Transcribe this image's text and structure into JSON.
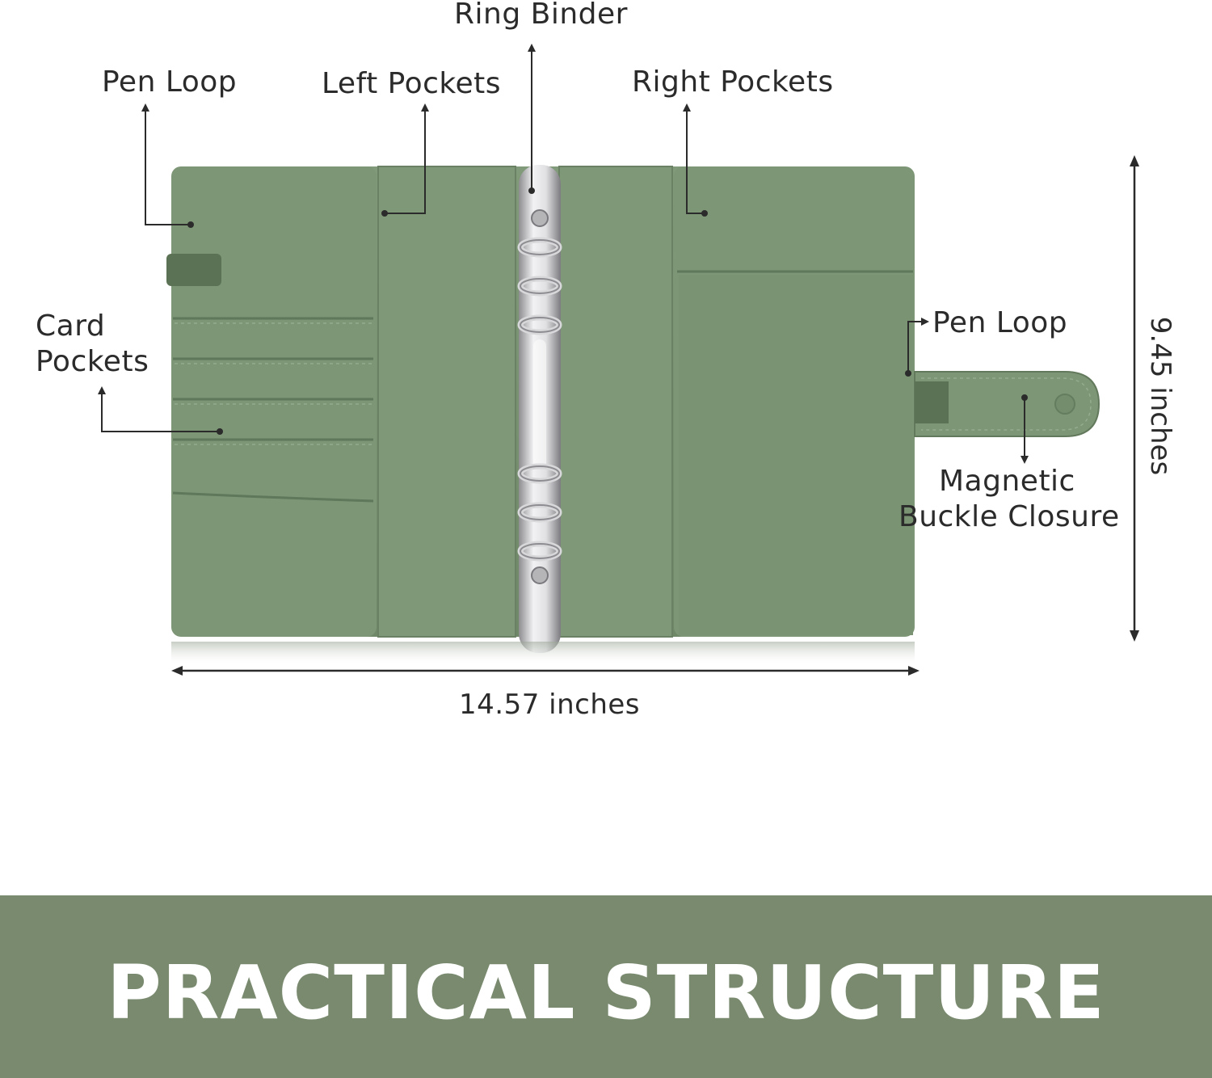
{
  "labels": {
    "ring_binder": "Ring Binder",
    "pen_loop_left": "Pen Loop",
    "left_pockets": "Left Pockets",
    "right_pockets": "Right Pockets",
    "card_pockets_line1": "Card",
    "card_pockets_line2": "Pockets",
    "pen_loop_right": "Pen Loop",
    "magnetic_line1": "Magnetic",
    "magnetic_line2": "Buckle Closure"
  },
  "dimensions": {
    "width": "14.57 inches",
    "height": "9.45 inches"
  },
  "banner": {
    "title": "PRACTICAL STRUCTURE"
  },
  "colors": {
    "cover": "#7b9474",
    "cover_dark": "#6c8566",
    "metal": "#c9c9cc",
    "banner": "#798a6f",
    "text": "#2b2b2b"
  }
}
